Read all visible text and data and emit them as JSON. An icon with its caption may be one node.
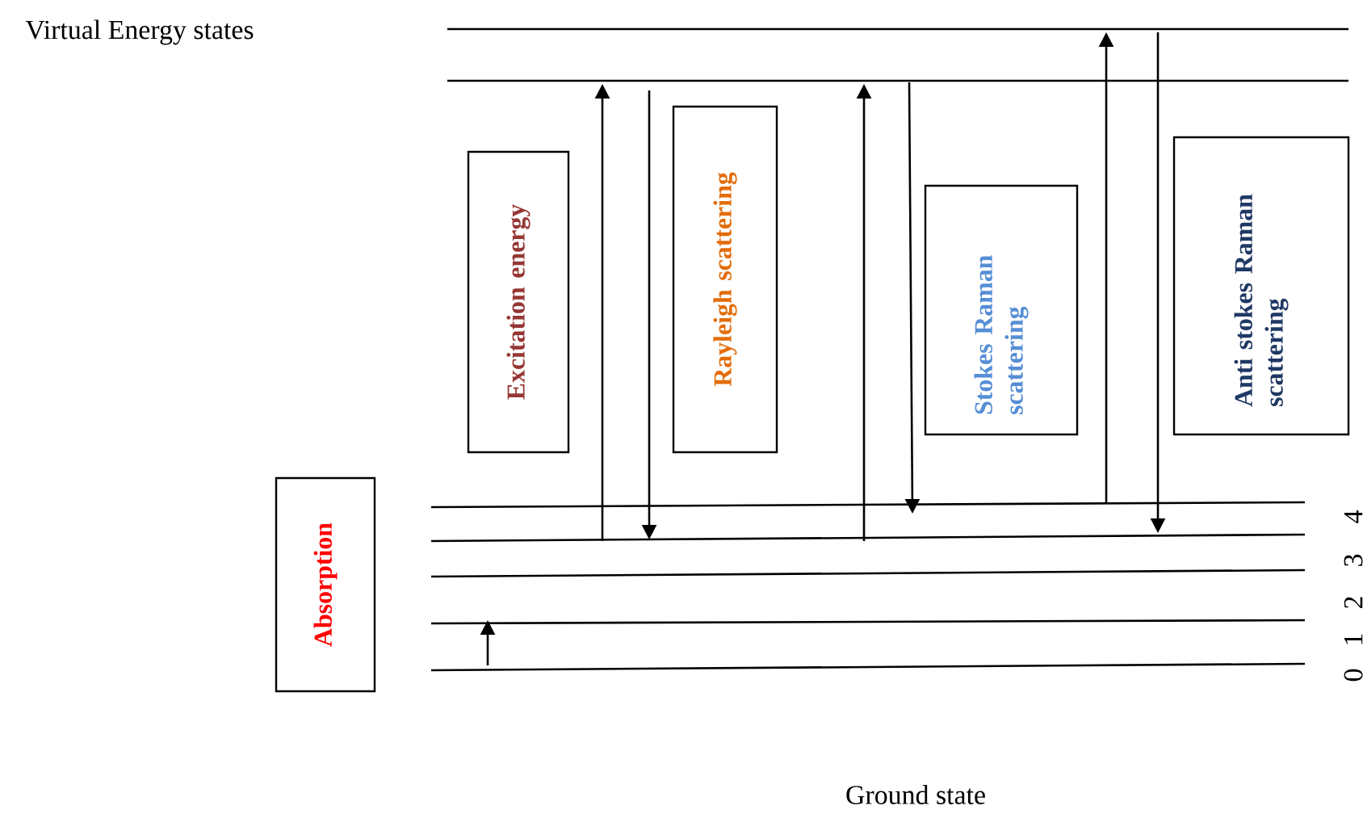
{
  "diagram": {
    "nodes": [
      {
        "text": [
          "Excitation energy"
        ]
      },
      {
        "text": [
          "Rayleigh scattering"
        ]
      },
      {
        "text": [
          "Stokes Raman scattering"
        ]
      },
      {
        "text": [
          "Anti stokes Raman scattering"
        ]
      },
      {
        "text": [
          "Absorption"
        ]
      }
    ],
    "labels": [
      "Virtual Energy states",
      "4",
      "3",
      "2",
      "1",
      "0",
      "Ground state"
    ]
  }
}
